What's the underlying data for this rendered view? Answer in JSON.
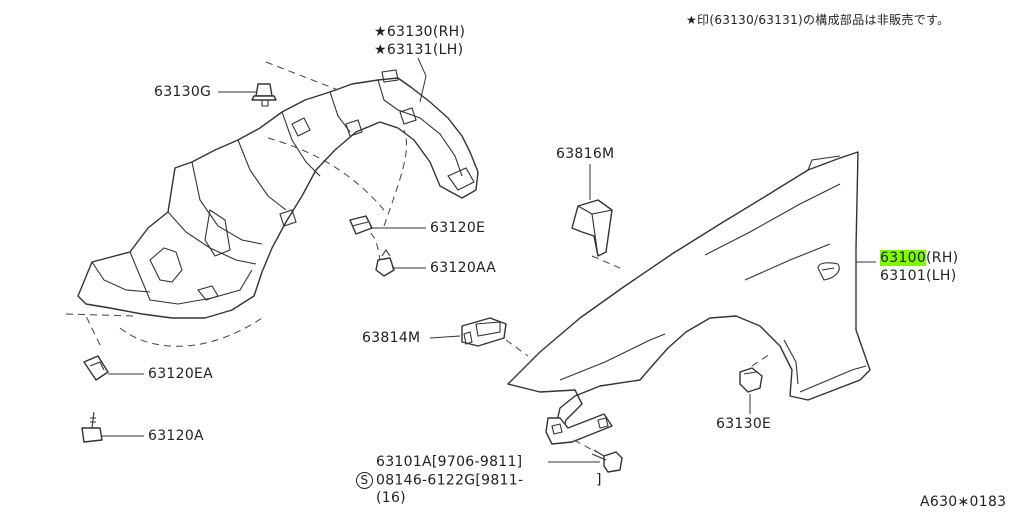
{
  "header_note": "★印(63130/63131)の構成部品は非販売です。",
  "figure_code": "A630∗0183",
  "labels": {
    "p63130_rh": "★63130(RH)",
    "p63131_lh": "★63131(LH)",
    "p63130g": "63130G",
    "p63120e": "63120E",
    "p63120aa": "63120AA",
    "p63120ea": "63120EA",
    "p63120a": "63120A",
    "p63816m": "63816M",
    "p63814m": "63814M",
    "p63100_num": "63100",
    "p63100_side": "(RH)",
    "p63101_lh": "63101(LH)",
    "p63130e": "63130E",
    "p63101a": "63101A[9706-9811]",
    "s_mark": "S",
    "p08146": "08146-6122G[9811-",
    "p08146_close": "]",
    "p08146_qty": "(16)"
  },
  "colors": {
    "highlight": "#7CFC00",
    "line": "#333333"
  }
}
